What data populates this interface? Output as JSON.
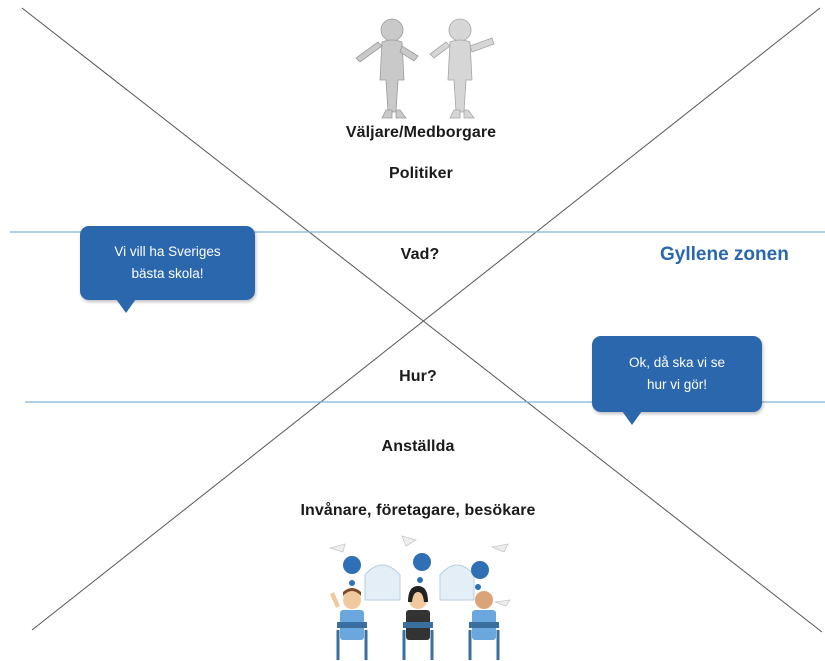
{
  "top_group": {
    "label_1": "Väljare/Medborgare",
    "label_2": "Politiker"
  },
  "middle": {
    "what": "Vad?",
    "how": "Hur?"
  },
  "bottom_group": {
    "label_1": "Anställda",
    "label_2": "Invånare, företagare, besökare"
  },
  "zone": {
    "label": "Gyllene zonen"
  },
  "bubbles": {
    "left": {
      "line_1": "Vi vill ha Sveriges",
      "line_2": "bästa skola!"
    },
    "right": {
      "line_1": "Ok, då ska vi se",
      "line_2": "hur vi gör!"
    }
  },
  "colors": {
    "accent_blue": "#2a67ad",
    "line_blue": "#7fb3dc",
    "cross_line": "#555555"
  },
  "icons": [
    "two-3d-figures-icon",
    "three-students-thinking-icon"
  ]
}
